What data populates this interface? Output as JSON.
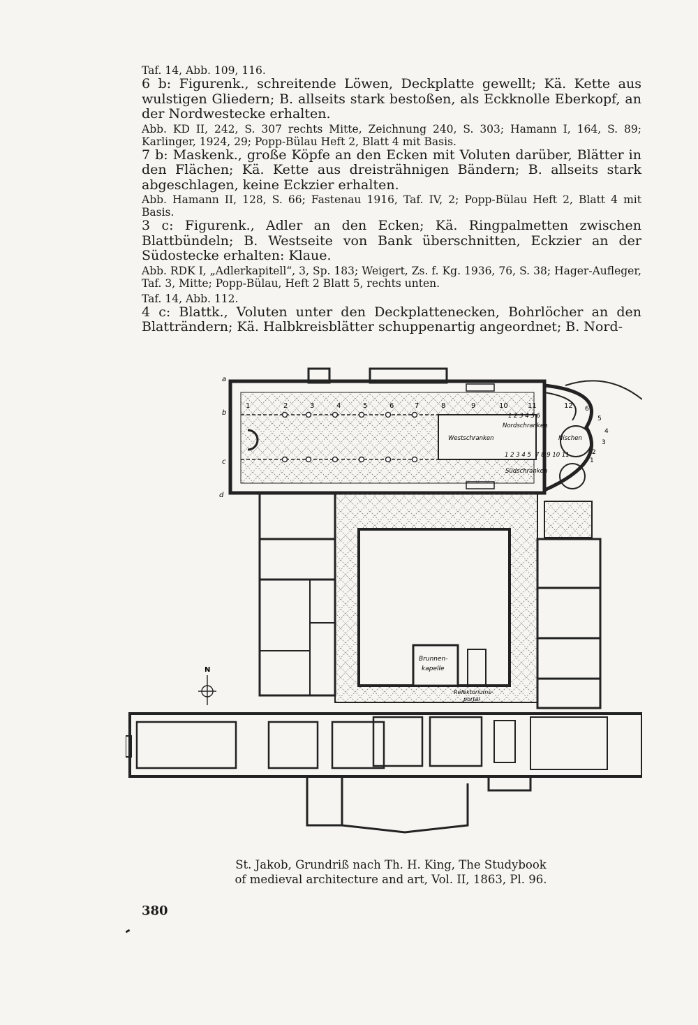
{
  "paragraphs": [
    {
      "text": "Taf. 14, Abb. 109, 116.",
      "size": "small"
    },
    {
      "text": "6 b: Figurenk., schreitende Löwen, Deckplatte gewellt; Kä. Kette aus wulstigen Gliedern; B. allseits stark bestoßen, als Eckknolle Eberkopf, an der Nordwestecke erhalten.",
      "size": "large"
    },
    {
      "text": "Abb. KD II, 242, S. 307 rechts Mitte, Zeichnung 240, S. 303; Hamann I, 164, S. 89; Karlinger, 1924, 29; Popp-Bülau Heft 2, Blatt 4 mit Basis.",
      "size": "small"
    },
    {
      "text": "7 b: Maskenk., große Köpfe an den Ecken mit Voluten darüber, Blätter in den Flächen; Kä. Kette aus dreisträhnigen Bändern; B. allseits stark abgeschlagen, keine Eckzier erhalten.",
      "size": "large"
    },
    {
      "text": "Abb. Hamann II, 128, S. 66; Fastenau 1916, Taf. IV, 2; Popp-Bülau Heft 2, Blatt 4 mit Basis.",
      "size": "small"
    },
    {
      "text": "3 c: Figurenk., Adler an den Ecken; Kä. Ringpalmetten zwischen Blattbündeln; B. Westseite von Bank überschnitten, Eckzier an der Südostecke erhalten: Klaue.",
      "size": "large"
    },
    {
      "text": "Abb. RDK I, „Adlerkapitell“, 3, Sp. 183; Weigert, Zs. f. Kg. 1936, 76, S. 38; Hager-Aufleger, Taf. 3, Mitte; Popp-Bülau, Heft 2 Blatt 5, rechts unten.",
      "size": "small"
    },
    {
      "text": "Taf. 14, Abb. 112.",
      "size": "small"
    },
    {
      "text": "4 c: Blattk., Voluten unter den Deckplattenecken, Bohrlöcher an den Blatträndern; Kä. Halbkreisblätter schuppenartig angeordnet; B. Nord-",
      "size": "large"
    }
  ],
  "plan": {
    "row_labels": [
      "a",
      "b",
      "c",
      "d"
    ],
    "bay_numbers": [
      "1",
      "2",
      "3",
      "4",
      "5",
      "6",
      "7",
      "8",
      "9",
      "10",
      "11",
      "12"
    ],
    "labels": {
      "west_screens": "Westschranken",
      "north_screens": "Nordschranken",
      "south_screens": "Südschranken",
      "north_nums": "1 2 3 4 5 6",
      "south_nums": "1 2 3 4 5",
      "east_nums": "7 8 9 10 11",
      "apse_nums": [
        "1",
        "2",
        "3",
        "4",
        "5",
        "6"
      ],
      "altar": "Nischen",
      "fountain_1": "Brunnen-",
      "fountain_2": "kapelle",
      "refectory_1": "Refektoriums-",
      "refectory_2": "portal",
      "compass": "N"
    }
  },
  "caption": {
    "line1": "St. Jakob, Grundriß nach Th. H. King, The Studybook",
    "line2": "of medieval architecture and art, Vol. II, 1863, Pl. 96."
  },
  "page_number": "380"
}
